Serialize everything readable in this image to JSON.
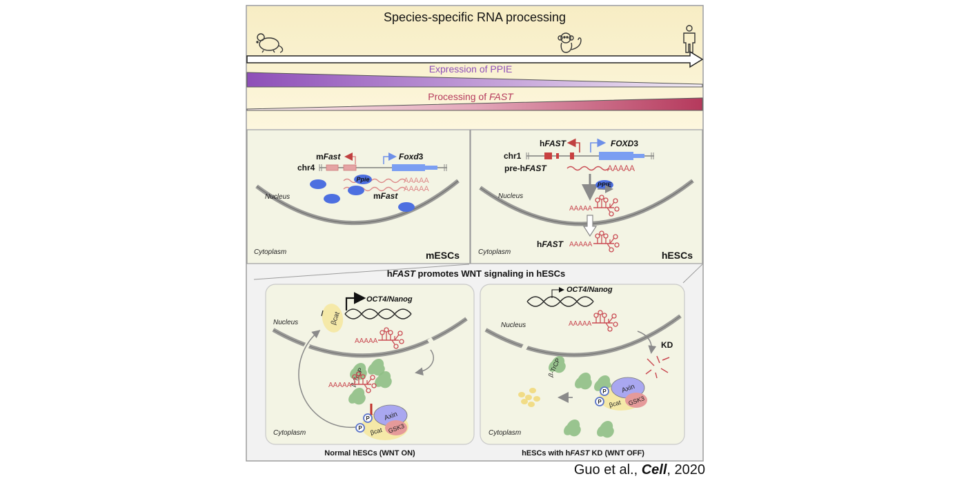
{
  "top": {
    "title": "Species-specific RNA processing",
    "bar1_label": "Expression of PPIE",
    "bar2_label_prefix": "Processing of ",
    "bar2_label_gene": "FAST"
  },
  "panel_m": {
    "chr": "chr4",
    "gene_lnc_prefix": "m",
    "gene_lnc": "Fast",
    "gene_fox": "Foxd",
    "gene_fox_suffix": "3",
    "ppie": "Ppie",
    "polyA": "AAAAA",
    "rna_prefix": "m",
    "rna_name": "Fast",
    "nucleus": "Nucleus",
    "cytoplasm": "Cytoplasm",
    "label": "mESCs"
  },
  "panel_h": {
    "chr": "chr1",
    "gene_lnc_prefix": "h",
    "gene_lnc": "FAST",
    "gene_fox": "FOXD",
    "gene_fox_suffix": "3",
    "pre_prefix": "pre-h",
    "pre_name": "FAST",
    "polyA": "AAAAA",
    "ppie": "PPIE",
    "nucleus": "Nucleus",
    "cytoplasm": "Cytoplasm",
    "rna_prefix": "h",
    "rna_name": "FAST",
    "label": "hESCs"
  },
  "bottom": {
    "title_prefix": "h",
    "title_gene": "FAST",
    "title_suffix": " promotes WNT signaling in hESCs",
    "left": {
      "target": "OCT4/Nanog",
      "bcat": "βcat",
      "nucleus": "Nucleus",
      "cytoplasm": "Cytoplasm",
      "polyA": "AAAAA",
      "btrcp": "β-TrCP",
      "axin": "Axin",
      "gsk3": "GSK3",
      "p": "P",
      "caption": "Normal hESCs (WNT ON)"
    },
    "right": {
      "target": "OCT4/Nanog",
      "nucleus": "Nucleus",
      "cytoplasm": "Cytoplasm",
      "polyA": "AAAAA",
      "kd": "KD",
      "btrcp": "β-TrCP",
      "axin": "Axin",
      "gsk3": "GSK3",
      "bcat": "βcat",
      "p": "P",
      "caption_prefix": "hESCs with h",
      "caption_gene": "FAST",
      "caption_suffix": " KD (WNT OFF)"
    }
  },
  "citation": {
    "authors": "Guo et al., ",
    "journal": "Cell",
    "year": ", 2020"
  },
  "colors": {
    "panel_bg": "#f3f4e4",
    "top_bg": "#fbf3d2",
    "ppie_purple": "#8e4fb8",
    "fast_red": "#b5395c",
    "rna_red": "#d2565a",
    "ppie_blue": "#4d6fe0",
    "gene_blue": "#7b9ef2",
    "protein_green": "#8fbf85",
    "axin_purple": "#a9a7f0",
    "bcat_yellow": "#f5e9a8",
    "gsk3_pink": "#e59a9a"
  },
  "icons": [
    "mouse-icon",
    "monkey-icon",
    "human-icon"
  ]
}
